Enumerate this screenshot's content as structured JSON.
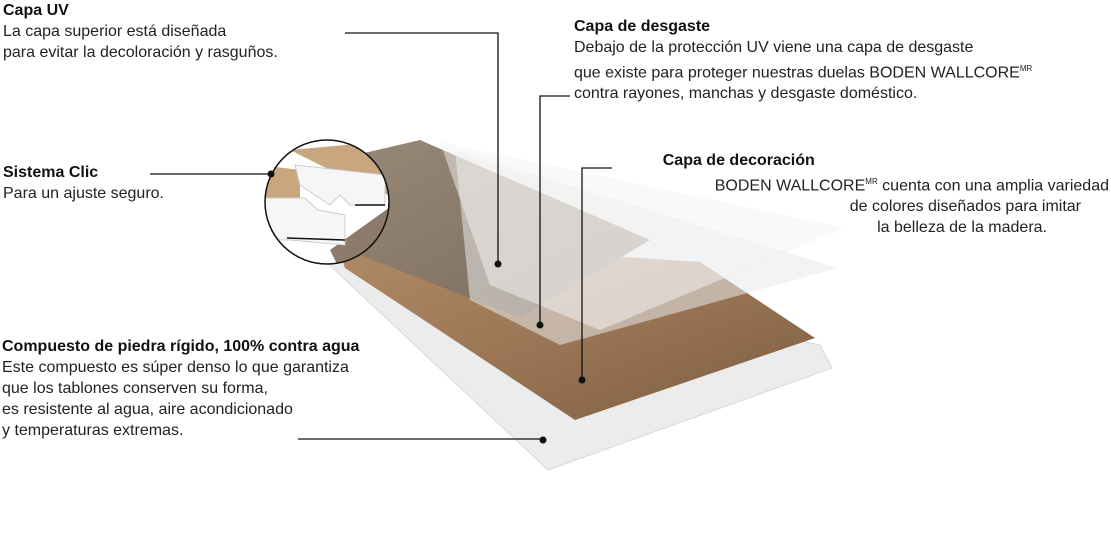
{
  "labels": {
    "uv": {
      "title": "Capa UV",
      "lines": [
        "La capa superior está diseñada",
        "para evitar la decoloración y rasguños."
      ]
    },
    "clic": {
      "title": "Sistema Clic",
      "lines": [
        "Para un ajuste seguro."
      ]
    },
    "desgaste": {
      "title": "Capa de desgaste",
      "lines": [
        "Debajo de la protección UV viene una capa de desgaste",
        "que existe para proteger nuestras duelas BODEN WALLCORE",
        "contra rayones, manchas y desgaste doméstico."
      ],
      "mark": "MR"
    },
    "decoracion": {
      "title": "Capa de decoración",
      "lines": [
        "BODEN WALLCORE",
        " cuenta con una amplia variedad",
        "de colores diseñados para imitar",
        "la belleza  de la madera."
      ],
      "mark": "MR"
    },
    "compuesto": {
      "title": "Compuesto de piedra rígido, 100% contra agua",
      "lines": [
        "Este compuesto es súper denso lo que garantiza",
        "que los tablones conserven su forma,",
        "es resistente al agua, aire acondicionado",
        "y temperaturas extremas."
      ]
    }
  },
  "colors": {
    "wood": "#9a7a5c",
    "woodTop": "#8d8070",
    "core": "#eeeeee",
    "line": "#111111"
  }
}
